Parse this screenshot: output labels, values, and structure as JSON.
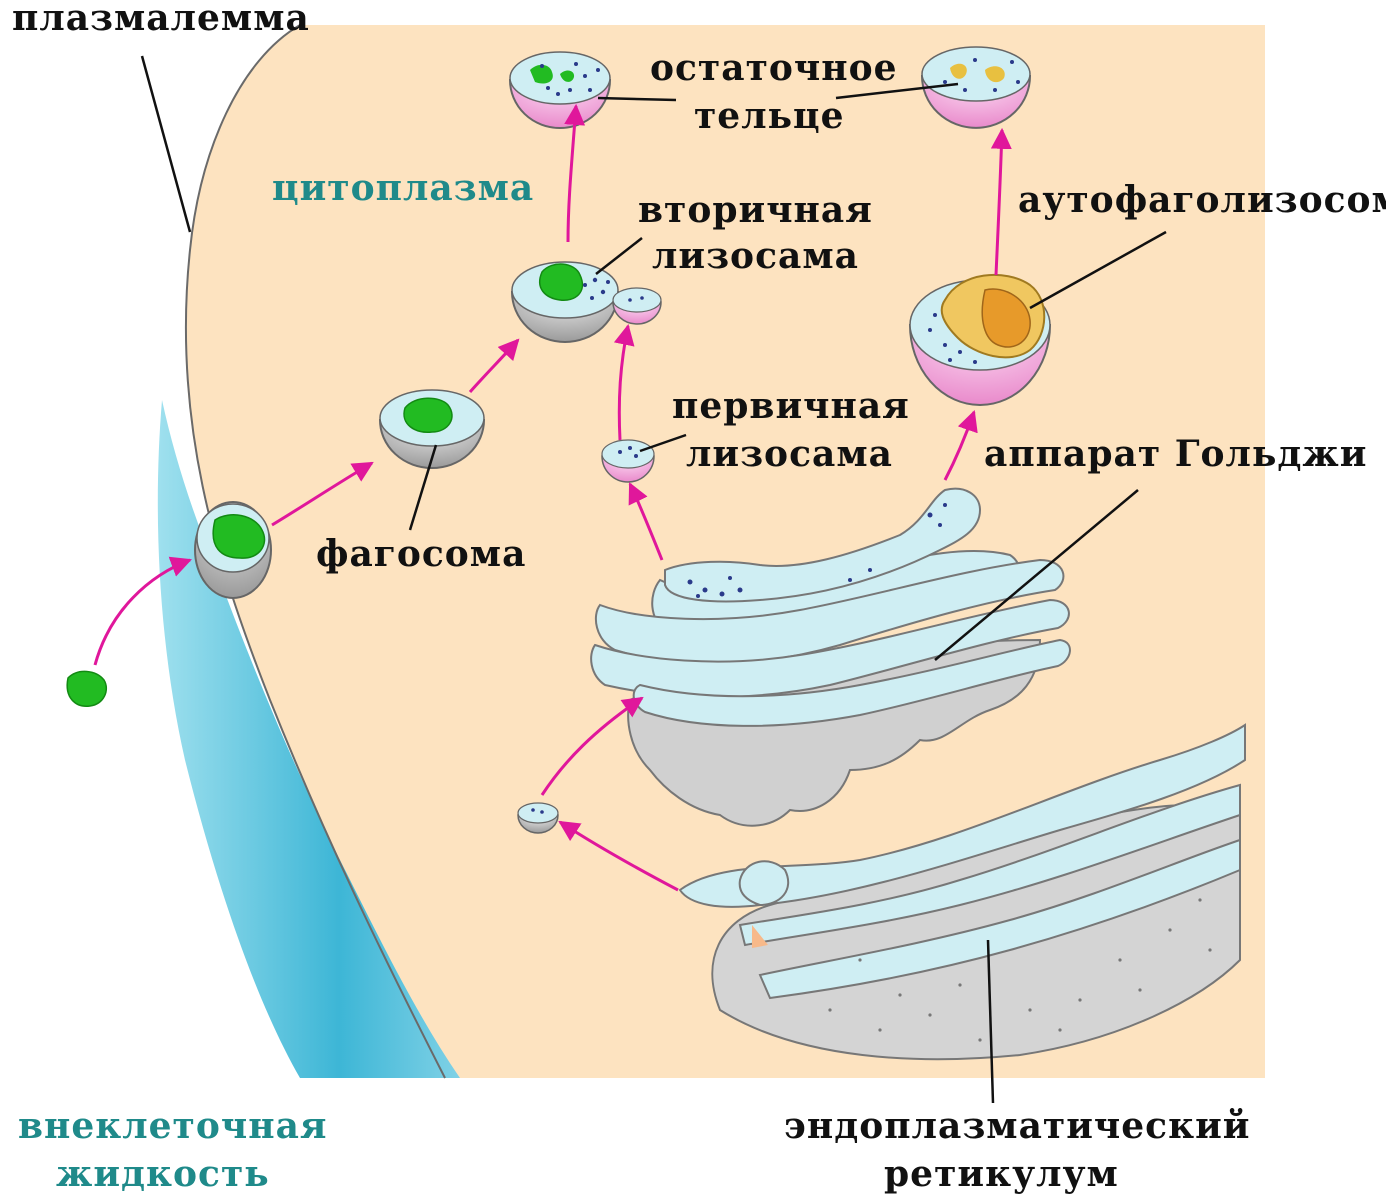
{
  "labels": {
    "plasmalemma": "плазмалемма",
    "cytoplasm": "цитоплазма",
    "residual_body_1": "остаточное",
    "residual_body_2": "тельце",
    "secondary_lysosome_1": "вторичная",
    "secondary_lysosome_2": "лизосама",
    "autophagolysosome": "аутофаголизосома",
    "primary_lysosome_1": "первичная",
    "primary_lysosome_2": "лизосама",
    "golgi": "аппарат Гольджи",
    "phagosome": "фагосома",
    "extracellular_1": "внеклеточная",
    "extracellular_2": "жидкость",
    "er_1": "эндоплазматический",
    "er_2": "ретикулум"
  },
  "colors": {
    "cytoplasm": "#fde3c0",
    "extracellular": "#5cc6dc",
    "membrane_lumen": "#cfeef3",
    "organelle_gray": "#cfcfcf",
    "lysosome_pink": "#f2a8dd",
    "arrow": "#e0179b",
    "particle": "#22bb22",
    "teal_text": "#1f8a8a"
  }
}
